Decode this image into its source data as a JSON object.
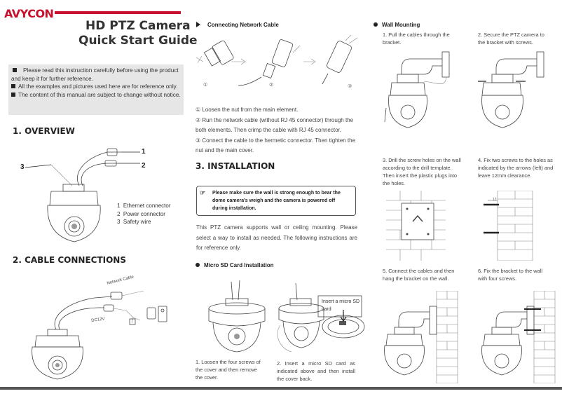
{
  "header": {
    "logo": "AVYCON",
    "title_line1": "HD PTZ Camera",
    "title_line2": "Quick Start Guide"
  },
  "notes": [
    "Please read this instruction carefully before using the product and keep it for further reference.",
    "All the examples and pictures used here are for reference only.",
    "The content of this manual are subject to change without notice."
  ],
  "overview": {
    "heading": "1. OVERVIEW",
    "callouts": [
      "1",
      "2",
      "3"
    ],
    "legend": [
      {
        "num": "1",
        "label": "Ethernet connector"
      },
      {
        "num": "2",
        "label": "Power connector"
      },
      {
        "num": "3",
        "label": "Safety wire"
      }
    ]
  },
  "cable_connections": {
    "heading": "2. CABLE CONNECTIONS",
    "network_cable_label": "Network Cable",
    "power_label": "DC12V"
  },
  "connecting_network": {
    "heading": "Connecting Network Cable",
    "fig_labels": [
      "①",
      "②",
      "③"
    ],
    "steps": [
      "①  Loosen the nut from the main element.",
      "② Run the network cable (without RJ 45 connector) through the both elements.  Then crimp the cable with RJ 45 connector.",
      "③  Connect the cable to the hermetic connector. Then tighten the nut and the main cover."
    ]
  },
  "installation": {
    "heading": "3. INSTALLATION",
    "warning": "Please make sure the wall is strong enough to bear the dome camera's weigh and the camera is powered off during installation.",
    "intro": "This PTZ camera supports wall or ceiling mounting. Please select a way to install as needed. The following instructions are for reference only.",
    "sd_heading": "Micro SD Card Installation",
    "sd_insert_label": "Insert a micro SD card",
    "sd_steps": [
      "1. Loosen the four screws of the cover and then remove the cover.",
      "2.  Insert  a  micro  SD  card  as indicated  above  and  then  install the cover back."
    ]
  },
  "wall_mounting": {
    "heading": "Wall Mounting",
    "steps": [
      "1. Pull the cables through the bracket.",
      "2. Secure the PTZ camera to the bracket with screws.",
      "3. Drill the screw holes on the wall according to the drill template. Then insert the plastic plugs into the holes.",
      "4. Fix two screws to the holes as indicated by the arrows (left) and leave 12mm clearance.",
      "5. Connect the cables and then hang the bracket on the wall.",
      "6. Fix the bracket to the wall with four screws."
    ],
    "dim_label": "12"
  },
  "colors": {
    "brand_red": "#c8102e",
    "note_bg": "#e6e6e6",
    "text": "#333333"
  }
}
